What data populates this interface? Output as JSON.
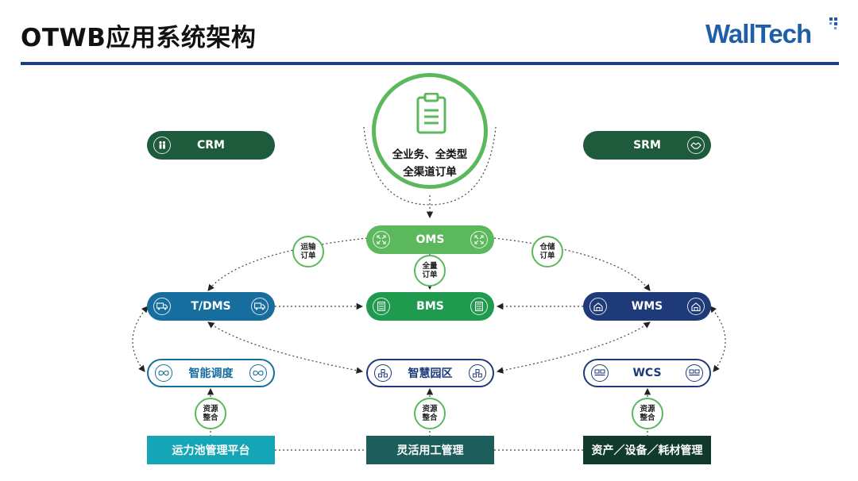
{
  "header": {
    "title": "OTWB应用系统架构",
    "logo_text": "WallTech"
  },
  "center_order": {
    "line1": "全业务、全类型",
    "line2": "全渠道订单"
  },
  "systems": {
    "crm": "CRM",
    "srm": "SRM",
    "oms": "OMS",
    "tdms": "T/DMS",
    "bms": "BMS",
    "wms": "WMS",
    "smart_dispatch": "智能调度",
    "smart_park": "智慧园区",
    "wcs": "WCS"
  },
  "bubbles": {
    "transport_order": [
      "运输",
      "订单"
    ],
    "warehouse_order": [
      "仓储",
      "订单"
    ],
    "full_order": [
      "全量",
      "订单"
    ],
    "resource_left": [
      "资源",
      "整合"
    ],
    "resource_center": [
      "资源",
      "整合"
    ],
    "resource_right": [
      "资源",
      "整合"
    ]
  },
  "platforms": {
    "capacity_pool": "运力池管理平台",
    "flex_labor": "灵活用工管理",
    "asset_equipment": "资产／设备／耗材管理"
  },
  "colors": {
    "dark_green": "#1e5a3c",
    "light_green": "#5cb85c",
    "mid_green": "#1f9a4e",
    "blue": "#166d9e",
    "navy": "#1e3a78",
    "teal": "#14a6b6",
    "dark_teal": "#1d5e5c",
    "charcoal": "#0f3a2c",
    "header_rule": "#1e3c8c"
  }
}
